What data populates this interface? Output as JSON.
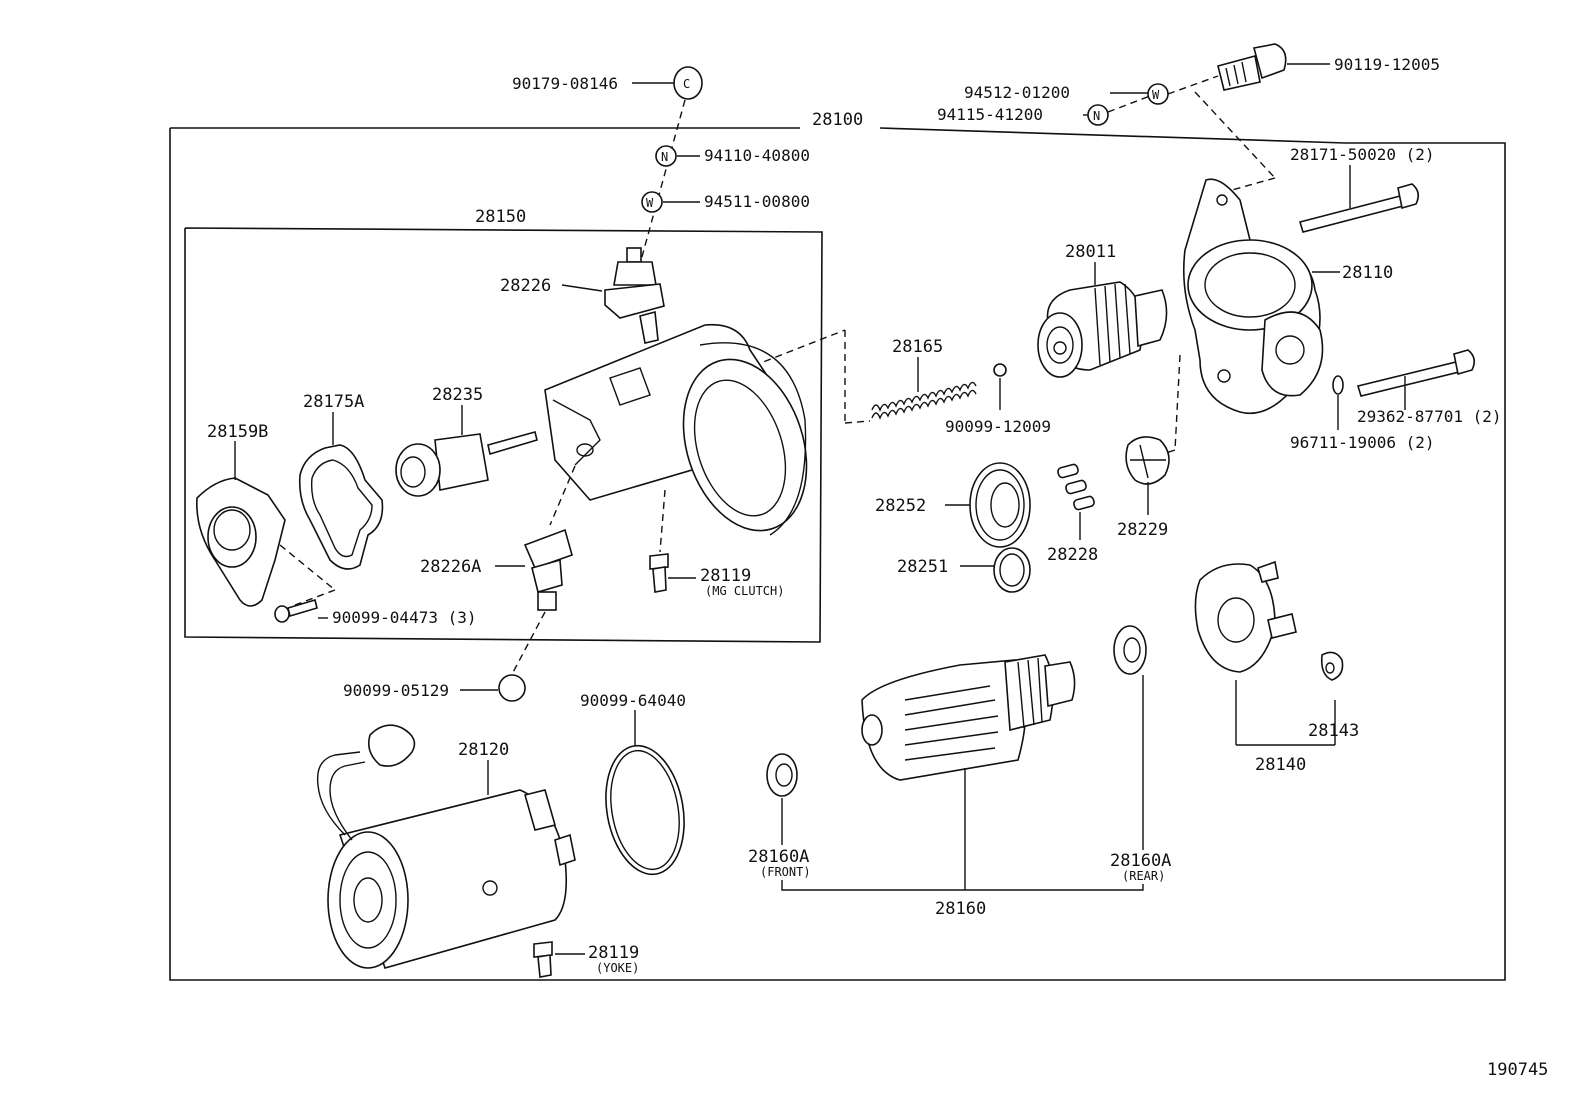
{
  "diagram_id": "190745",
  "assembly": {
    "label": "28100"
  },
  "subassembly": {
    "label": "28150"
  },
  "labels": {
    "p90179_08146": "90179-08146",
    "p94110_40800": "94110-40800",
    "p94511_00800": "94511-00800",
    "p94512_01200": "94512-01200",
    "p94115_41200": "94115-41200",
    "p90119_12005": "90119-12005",
    "p28171_50020": "28171-50020 (2)",
    "p28110": "28110",
    "p28011": "28011",
    "p28165": "28165",
    "p90099_12009": "90099-12009",
    "p29362_87701": "29362-87701 (2)",
    "p96711_19006": "96711-19006 (2)",
    "p28226": "28226",
    "p28175A": "28175A",
    "p28235": "28235",
    "p28159B": "28159B",
    "p28226A": "28226A",
    "p28119_mg": "28119",
    "p28119_mg_sub": "(MG CLUTCH)",
    "p90099_04473": "90099-04473 (3)",
    "p28252": "28252",
    "p28228": "28228",
    "p28229": "28229",
    "p28251": "28251",
    "p90099_05129": "90099-05129",
    "p90099_64040": "90099-64040",
    "p28120": "28120",
    "p28119_yoke": "28119",
    "p28119_yoke_sub": "(YOKE)",
    "p28160A_front": "28160A",
    "p28160A_front_sub": "(FRONT)",
    "p28160A_rear": "28160A",
    "p28160A_rear_sub": "(REAR)",
    "p28160": "28160",
    "p28140": "28140",
    "p28143": "28143"
  },
  "icons": {
    "nut_symbol": "N",
    "washer_symbol": "W",
    "cap_symbol": "C"
  }
}
